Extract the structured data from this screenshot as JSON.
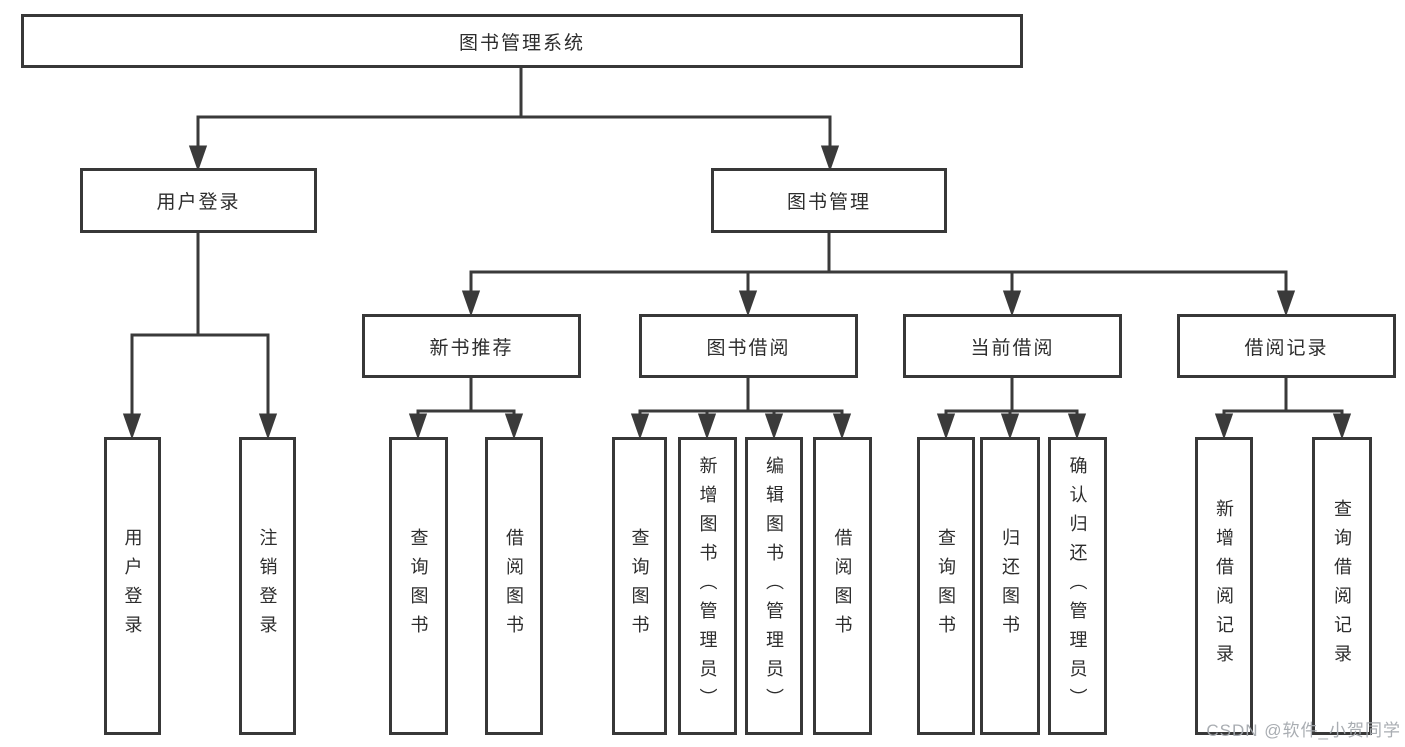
{
  "tree": {
    "root": {
      "label": "图书管理系统",
      "children": [
        {
          "label": "用户登录",
          "children": [
            {
              "label": "用户登录"
            },
            {
              "label": "注销登录"
            }
          ]
        },
        {
          "label": "图书管理",
          "children": [
            {
              "label": "新书推荐",
              "children": [
                {
                  "label": "查询图书"
                },
                {
                  "label": "借阅图书"
                }
              ]
            },
            {
              "label": "图书借阅",
              "children": [
                {
                  "label": "查询图书"
                },
                {
                  "label": "新增图书（管理员）"
                },
                {
                  "label": "编辑图书（管理员）"
                },
                {
                  "label": "借阅图书"
                }
              ]
            },
            {
              "label": "当前借阅",
              "children": [
                {
                  "label": "查询图书"
                },
                {
                  "label": "归还图书"
                },
                {
                  "label": "确认归还（管理员）"
                }
              ]
            },
            {
              "label": "借阅记录",
              "children": [
                {
                  "label": "新增借阅记录"
                },
                {
                  "label": "查询借阅记录"
                }
              ]
            }
          ]
        }
      ]
    }
  },
  "watermark": {
    "text": "CSDN @软件_小贺同学"
  },
  "colors": {
    "line": "#3a3a3a",
    "box_border": "#383838",
    "text": "#2d2d2d",
    "watermark": "#a4a9ae",
    "background": "#ffffff"
  }
}
